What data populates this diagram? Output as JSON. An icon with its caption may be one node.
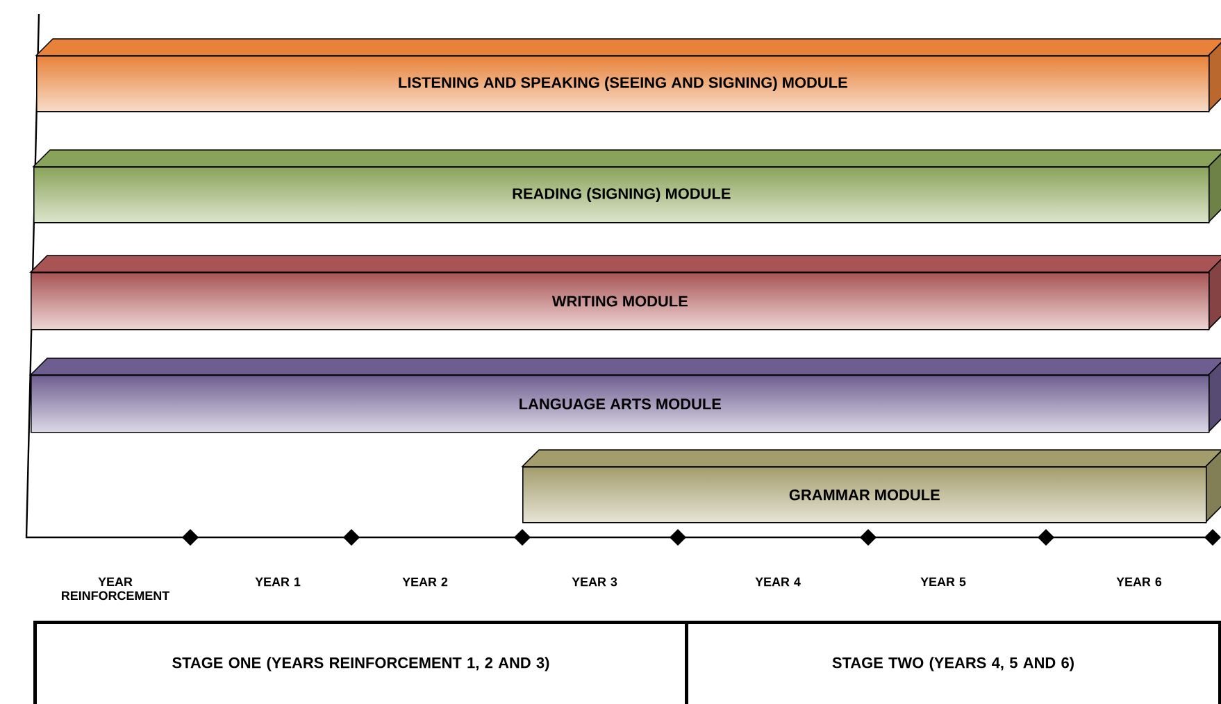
{
  "diagram": {
    "nodes": [
      {
        "text": [
          "LISTENING AND SPEAKING (SEEING AND SIGNING) MODULE"
        ]
      },
      {
        "text": [
          "READING (SIGNING) MODULE"
        ]
      },
      {
        "text": [
          "WRITING MODULE"
        ]
      },
      {
        "text": [
          "LANGUAGE ARTS MODULE"
        ]
      },
      {
        "text": [
          "GRAMMAR MODULE"
        ]
      },
      {
        "text": [
          "STAGE ONE (YEARS REINFORCEMENT 1, 2 AND 3)"
        ]
      },
      {
        "text": [
          "STAGE TWO (YEARS 4, 5 AND 6)"
        ]
      }
    ],
    "edges": [],
    "labels": [
      "YEAR REINFORCEMENT",
      "YEAR 1",
      "YEAR 2",
      "YEAR 3",
      "YEAR 4",
      "YEAR 5",
      "YEAR 6"
    ]
  }
}
